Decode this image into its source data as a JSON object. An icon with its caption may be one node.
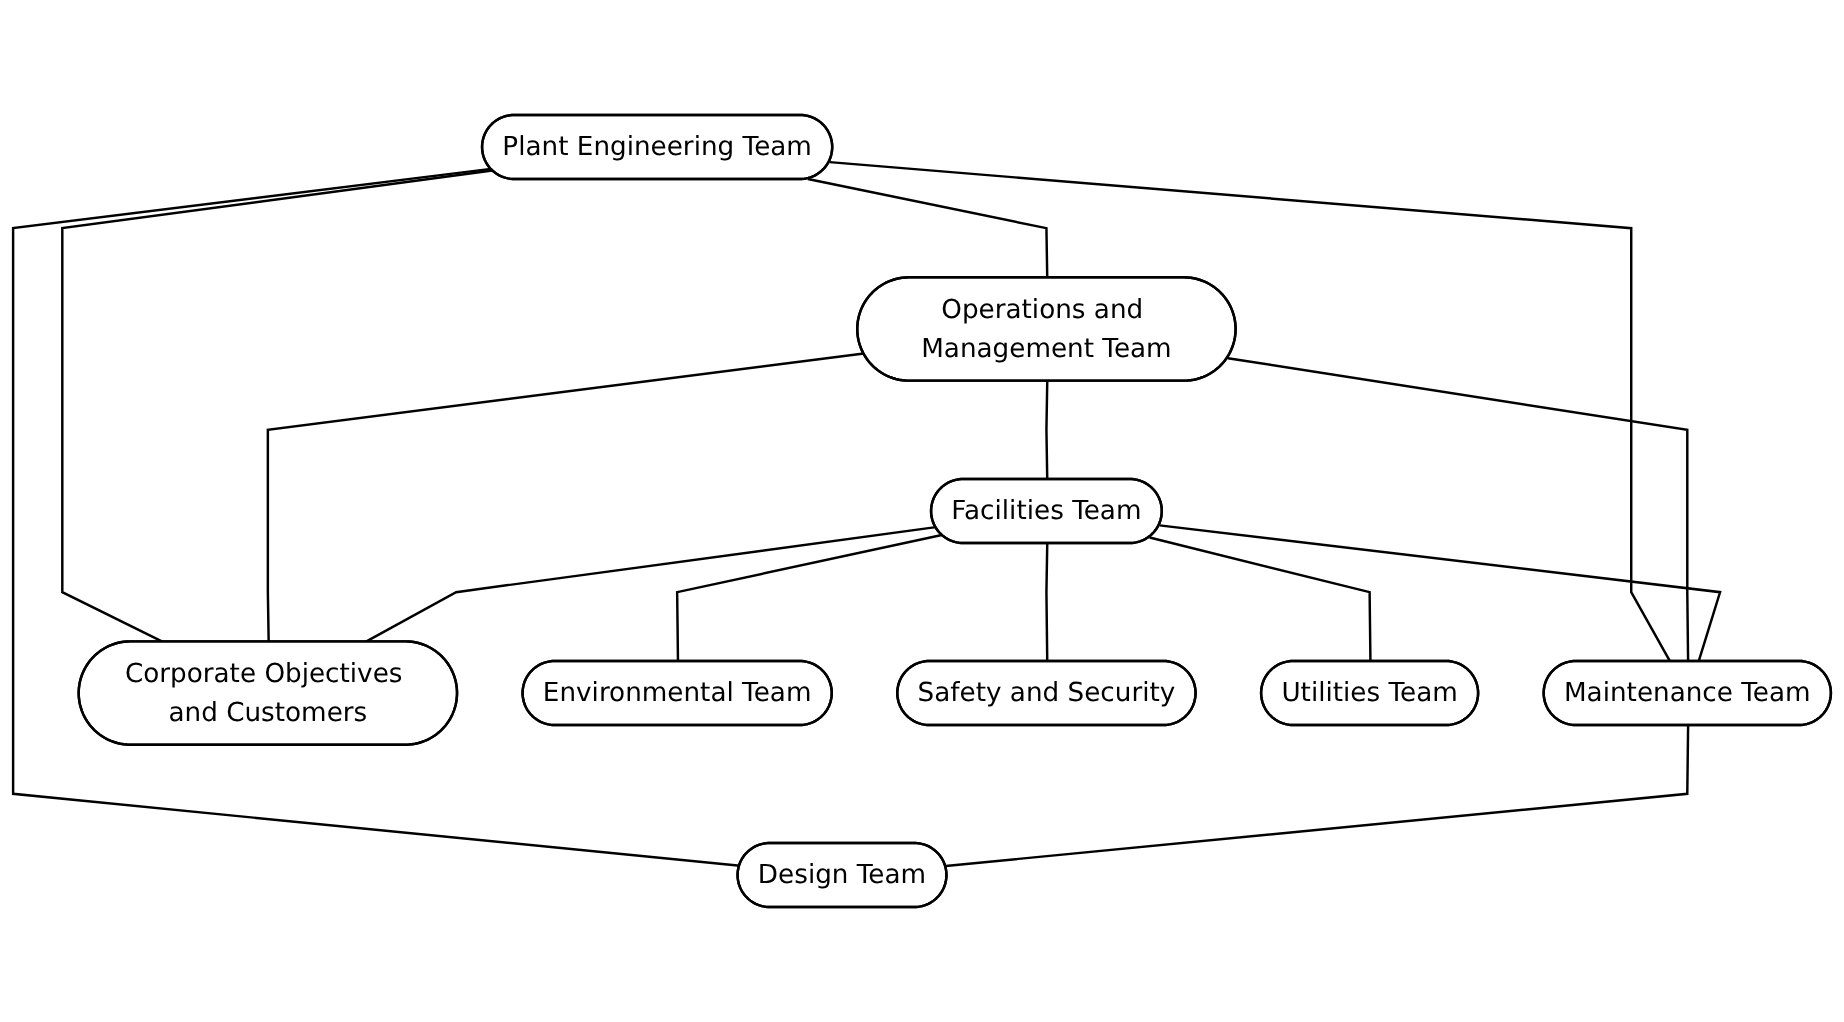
{
  "diagram": {
    "nodes": [
      {
        "text": [
          "Plant Engineering Team"
        ]
      },
      {
        "text": [
          "Operations and Management Team"
        ]
      },
      {
        "text": [
          "Facilities Team"
        ]
      },
      {
        "text": [
          "Maintenance Team"
        ]
      },
      {
        "text": [
          "Corporate Objectives and Customers"
        ]
      },
      {
        "text": [
          "Environmental Team"
        ]
      },
      {
        "text": [
          "Design Team"
        ]
      },
      {
        "text": [
          "Safety and Security"
        ]
      },
      {
        "text": [
          "Utilities Team"
        ]
      }
    ],
    "edges": [
      {
        "from": 0,
        "to": 1,
        "arrow": "none"
      },
      {
        "from": 1,
        "to": 2,
        "arrow": "none"
      },
      {
        "from": 0,
        "to": 3,
        "arrow": "none"
      },
      {
        "from": 0,
        "to": 6,
        "arrow": "none"
      },
      {
        "from": 0,
        "to": 4,
        "arrow": "none"
      },
      {
        "from": 1,
        "to": 3,
        "arrow": "none"
      },
      {
        "from": 1,
        "to": 4,
        "arrow": "none"
      },
      {
        "from": 2,
        "to": 3,
        "arrow": "none"
      },
      {
        "from": 2,
        "to": 4,
        "arrow": "none"
      },
      {
        "from": 2,
        "to": 7,
        "arrow": "none"
      },
      {
        "from": 2,
        "to": 8,
        "arrow": "none"
      },
      {
        "from": 2,
        "to": 5,
        "arrow": "none"
      },
      {
        "from": 3,
        "to": 6,
        "arrow": "none"
      }
    ]
  }
}
